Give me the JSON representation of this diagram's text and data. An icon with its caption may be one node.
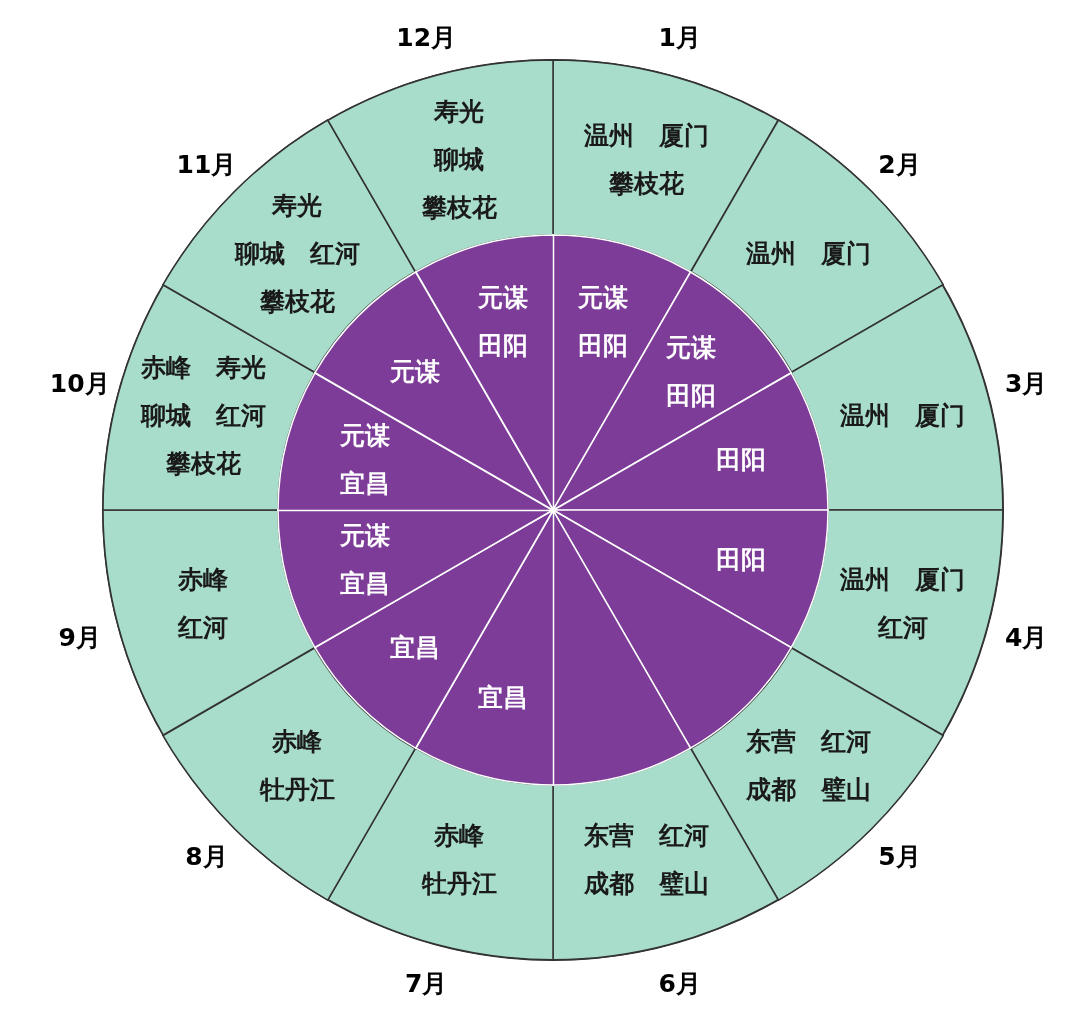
{
  "diagram": {
    "nodes": [
      {
        "text": [
          "温州　厦门",
          "攀枝花"
        ]
      },
      {
        "text": [
          "温州　厦门"
        ]
      },
      {
        "text": [
          "温州　厦门"
        ]
      },
      {
        "text": [
          "温州　厦门",
          "红河"
        ]
      },
      {
        "text": [
          "东营　红河",
          "成都　璧山"
        ]
      },
      {
        "text": [
          "东营　红河",
          "成都　璧山"
        ]
      },
      {
        "text": [
          "赤峰",
          "牡丹江"
        ]
      },
      {
        "text": [
          "赤峰",
          "牡丹江"
        ]
      },
      {
        "text": [
          "赤峰",
          "红河"
        ]
      },
      {
        "text": [
          "赤峰　寿光",
          "聊城　红河",
          "攀枝花"
        ]
      },
      {
        "text": [
          "寿光",
          "聊城　红河",
          "攀枝花"
        ]
      },
      {
        "text": [
          "寿光",
          "聊城",
          "攀枝花"
        ]
      },
      {
        "text": [
          "元谋",
          "田阳"
        ]
      },
      {
        "text": [
          "元谋",
          "田阳"
        ]
      },
      {
        "text": [
          "田阳"
        ]
      },
      {
        "text": [
          "田阳"
        ]
      },
      {
        "text": [],
        "shape": "sector"
      },
      {
        "text": [],
        "shape": "sector"
      },
      {
        "text": [
          "宜昌"
        ]
      },
      {
        "text": [
          "宜昌"
        ]
      },
      {
        "text": [
          "元谋",
          "宜昌"
        ]
      },
      {
        "text": [
          "元谋",
          "宜昌"
        ]
      },
      {
        "text": [
          "元谋"
        ]
      },
      {
        "text": [
          "元谋",
          "田阳"
        ]
      }
    ],
    "labels": [
      "1月",
      "2月",
      "3月",
      "4月",
      "5月",
      "6月",
      "7月",
      "8月",
      "9月",
      "10月",
      "11月",
      "12月"
    ]
  }
}
